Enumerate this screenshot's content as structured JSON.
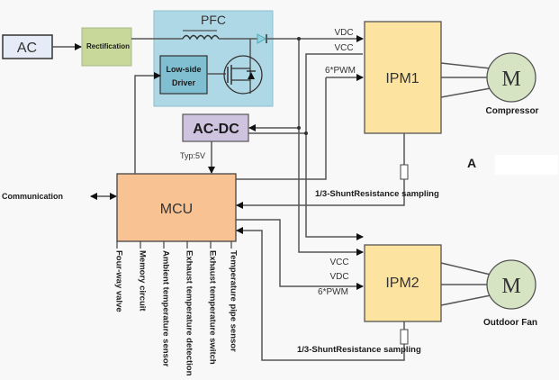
{
  "blocks": {
    "ac": {
      "label": "AC",
      "color": "#e6ecf7"
    },
    "rectification": {
      "label": "Rectification",
      "color": "#c7d89a"
    },
    "pfc": {
      "label": "PFC",
      "color": "#aed8e6"
    },
    "low_side_driver": {
      "line1": "Low-side",
      "line2": "Driver",
      "color": "#7fbfd1"
    },
    "ac_dc": {
      "label": "AC-DC",
      "color": "#cfc4df"
    },
    "mcu": {
      "label": "MCU",
      "color": "#f9c293"
    },
    "ipm1": {
      "label": "IPM1",
      "color": "#fde3a0"
    },
    "ipm2": {
      "label": "IPM2",
      "color": "#fde3a0"
    },
    "motor1": {
      "symbol": "M",
      "caption": "Compressor",
      "color": "#d6e4c4"
    },
    "motor2": {
      "symbol": "M",
      "caption": "Outdoor Fan",
      "color": "#d6e4c4"
    }
  },
  "signals": {
    "ipm1_inputs": [
      "VDC",
      "VCC",
      "6*PWM"
    ],
    "ipm2_inputs": [
      "VCC",
      "VDC",
      "6*PWM"
    ],
    "acdc_output": "Typ:5V",
    "shunt1": "1/3-ShuntResistance sampling",
    "shunt2": "1/3-ShuntResistance sampling",
    "communication": "Communication"
  },
  "mcu_peripherals": [
    "Four-way valve",
    "Memory circuit",
    "Ambient temperature sensor",
    "Exhaust temperature detection",
    "Exhaust temperature switch",
    "Temperature pipe sensor"
  ],
  "marker": "A",
  "wire_color": "#555555"
}
